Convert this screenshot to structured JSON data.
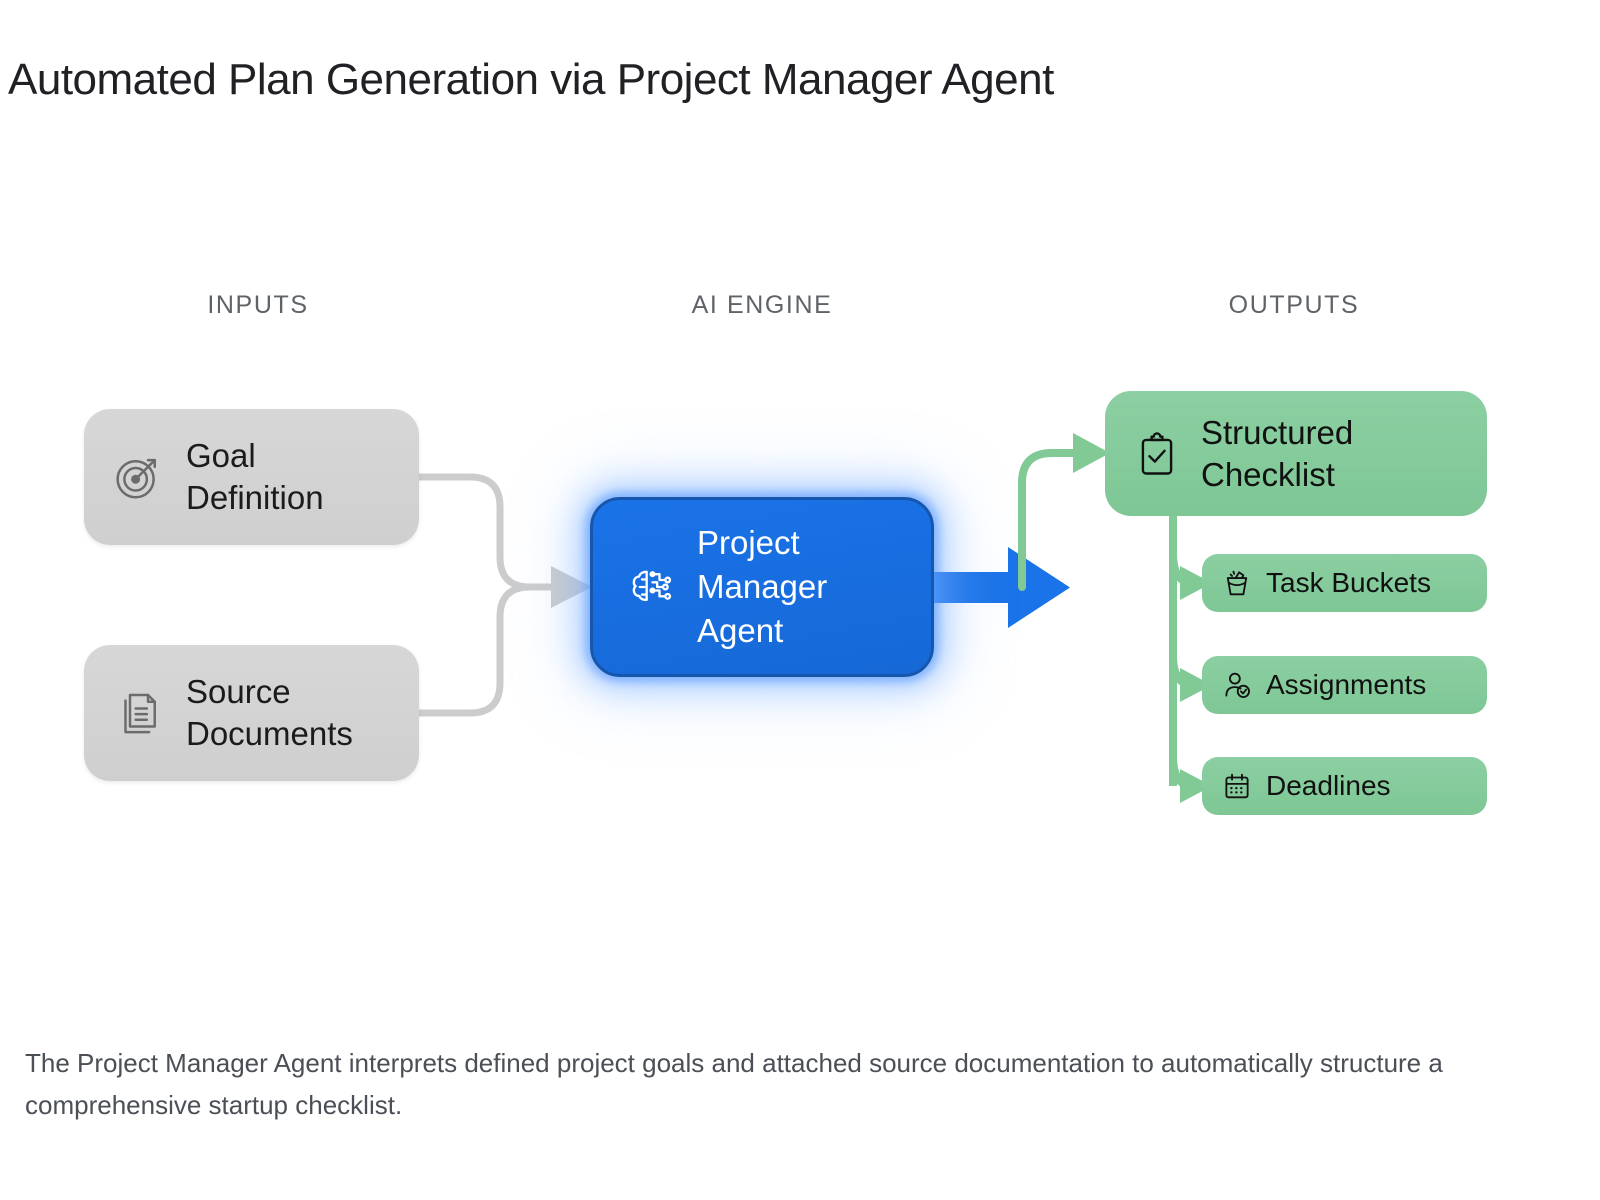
{
  "page": {
    "title": "Automated Plan Generation via Project Manager Agent",
    "caption": "The Project Manager Agent interprets defined project goals and attached source documentation to automatically structure a comprehensive startup checklist."
  },
  "colors": {
    "input_box": "#d3d3d3",
    "engine_box": "#1a73e8",
    "engine_border": "#1657ad",
    "output_box": "#81c995",
    "connector_gray": "#cccccc",
    "connector_green": "#81c995",
    "arrow_blue": "#1a73e8",
    "title_text": "#202124",
    "header_text": "#5f6368",
    "caption_text": "#4b4f56"
  },
  "columns": {
    "inputs": {
      "header": "INPUTS"
    },
    "engine": {
      "header": "AI ENGINE"
    },
    "outputs": {
      "header": "OUTPUTS"
    }
  },
  "inputs": [
    {
      "id": "goal",
      "label": "Goal\nDefinition",
      "icon": "target-icon"
    },
    {
      "id": "source",
      "label": "Source\nDocuments",
      "icon": "documents-icon"
    }
  ],
  "engine": {
    "label": "Project\nManager\nAgent",
    "icon": "brain-circuit-icon"
  },
  "outputs": {
    "primary": {
      "label": "Structured\nChecklist",
      "icon": "clipboard-check-icon"
    },
    "sub": [
      {
        "id": "buckets",
        "label": "Task Buckets",
        "icon": "bucket-icon"
      },
      {
        "id": "assignments",
        "label": "Assignments",
        "icon": "person-check-icon"
      },
      {
        "id": "deadlines",
        "label": "Deadlines",
        "icon": "calendar-icon"
      }
    ]
  }
}
